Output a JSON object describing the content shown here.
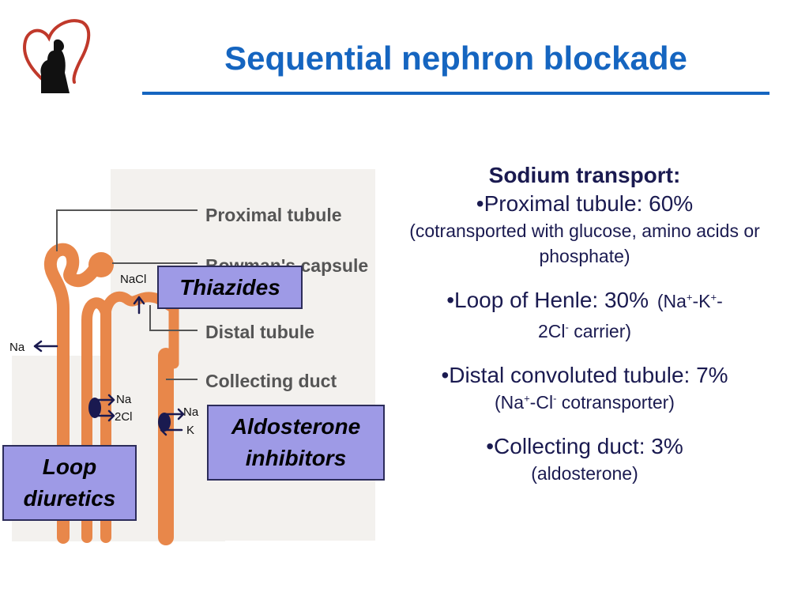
{
  "slide": {
    "title": "Sequential nephron blockade"
  },
  "diagram": {
    "labels": {
      "proximal_tubule": "Proximal tubule",
      "bowmans_capsule": "Bowman's capsule",
      "distal_tubule": "Distal tubule",
      "collecting_duct": "Collecting duct"
    },
    "ion_labels": {
      "nacl": "NaCl",
      "na_left": "Na",
      "na_loop": "Na",
      "cl2_loop": "2Cl",
      "na_collect": "Na",
      "k_collect": "K"
    },
    "drugs": {
      "thiazides": "Thiazides",
      "aldo_line1": "Aldosterone",
      "aldo_line2": "inhibitors",
      "loop_line1": "Loop",
      "loop_line2": "diuretics"
    }
  },
  "sodium_transport": {
    "heading": "Sodium transport:",
    "proximal": {
      "main": "•Proximal tubule: 60%",
      "sub": "(cotransported with glucose, amino acids or phosphate)"
    },
    "loop": {
      "main": "•Loop of Henle: 30%",
      "sub_na": "(Na",
      "sub_k": "-K",
      "sub_dash": "-",
      "sub_2cl": "2Cl",
      "sub_end": " carrier)"
    },
    "distal": {
      "main": "•Distal convoluted tubule: 7%",
      "sub_na": "(Na",
      "sub_cl": "-Cl",
      "sub_end": " cotransporter)"
    },
    "collecting": {
      "main": "•Collecting duct: 3%",
      "sub": "(aldosterone)"
    },
    "plus": "+",
    "minus": "-"
  },
  "colors": {
    "title_blue": "#1565c0",
    "tubule_orange": "#e8874a",
    "drug_box_purple": "#9e9ae6",
    "text_navy": "#1a1a50",
    "logo_heart_red": "#c0392b"
  }
}
